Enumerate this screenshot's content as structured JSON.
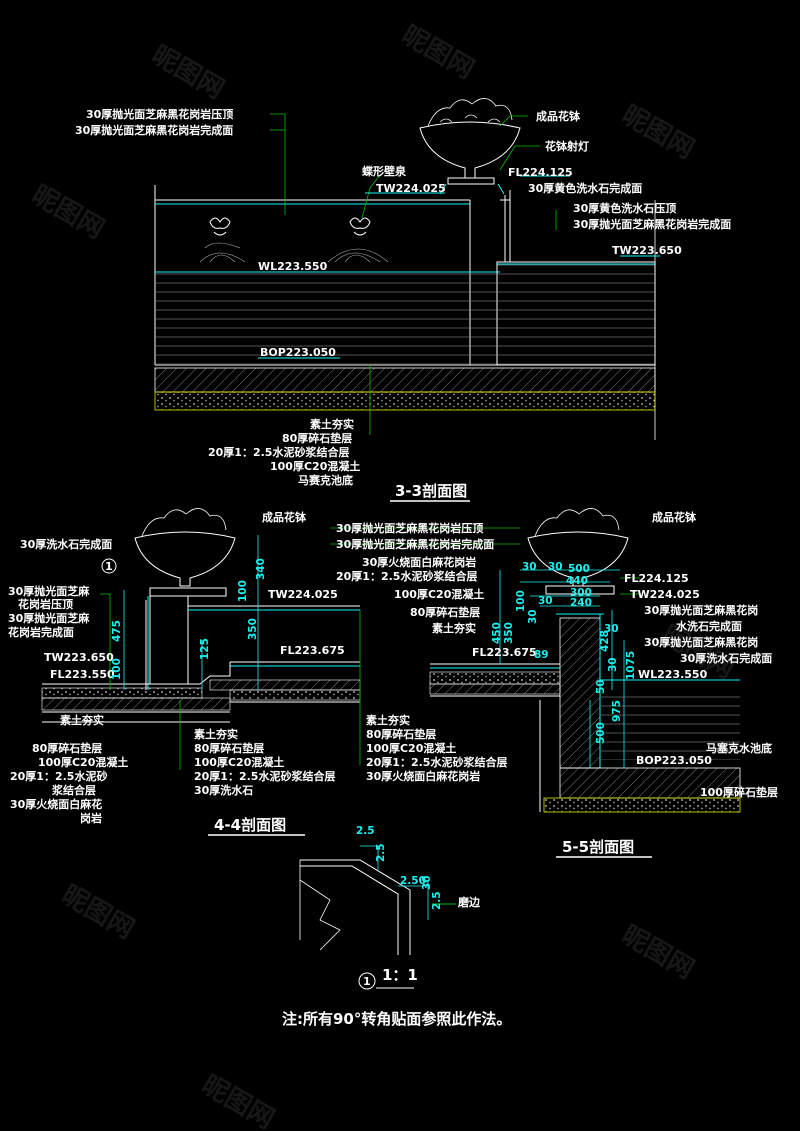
{
  "colors": {
    "background": "#000000",
    "text": "#ffffff",
    "dimension": "#19f0f0",
    "line": "#ffffff",
    "leader": "#00c000",
    "cyan_line": "#19f0f0",
    "yellow": "#e8e800"
  },
  "s33": {
    "labels": {
      "top1": "30厚抛光面芝麻黑花岗岩压顶",
      "top2": "30厚抛光面芝麻黑花岗岩完成面",
      "bowl": "成品花钵",
      "light": "花钵射灯",
      "butterfly": "蝶形壁泉",
      "tw": "TW224.025",
      "fl": "FL224.125",
      "yellow_fin": "30厚黄色洗水石完成面",
      "yellow_cap": "30厚黄色洗水石压顶",
      "granite_fin": "30厚抛光面芝麻黑花岗岩完成面",
      "tw2": "TW223.650",
      "wl": "WL223.550",
      "bop": "BOP223.050"
    },
    "layers": [
      "素土夯实",
      "80厚碎石垫层",
      "20厚1：2.5水泥砂浆结合层",
      "100厚C20混凝土",
      "马赛克池底"
    ],
    "title": "3-3剖面图"
  },
  "s44": {
    "labels": {
      "bowl": "成品花钵",
      "wash": "30厚洗水石完成面",
      "cap_a": "30厚抛光面芝麻",
      "cap_b": "花岗岩压顶",
      "fin_a": "30厚抛光面芝麻",
      "fin_b": "花岗岩完成面",
      "tw2": "TW223.650",
      "fl2": "FL223.550",
      "tw": "TW224.025",
      "fl": "FL223.675",
      "circle": "1"
    },
    "dims": [
      "340",
      "100",
      "350",
      "475",
      "125",
      "100"
    ],
    "layers_left": [
      "素土夯实",
      "80厚碎石垫层",
      "100厚C20混凝土",
      "20厚1：2.5水泥砂",
      "浆结合层",
      "30厚火烧面白麻花",
      "岗岩"
    ],
    "layers_mid": [
      "素土夯实",
      "80厚碎石垫层",
      "100厚C20混凝土",
      "20厚1：2.5水泥砂浆结合层",
      "30厚洗水石"
    ],
    "layers_right": [
      "素土夯实",
      "80厚碎石垫层",
      "100厚C20混凝土",
      "20厚1：2.5水泥砂浆结合层",
      "30厚火烧面白麻花岗岩"
    ],
    "title": "4-4剖面图"
  },
  "s55": {
    "labels": {
      "cap": "30厚抛光面芝麻黑花岗岩压顶",
      "fin": "30厚抛光面芝麻黑花岗岩完成面",
      "fire": "30厚火烧面白麻花岗岩",
      "mortar": "20厚1：2.5水泥砂浆结合层",
      "conc": "100厚C20混凝土",
      "gravel": "80厚碎石垫层",
      "soil": "素土夯实",
      "bowl": "成品花钵",
      "fl": "FL224.125",
      "tw": "TW224.025",
      "r1": "30厚抛光面芝麻黑花岗",
      "r2": "水洗石完成面",
      "r3": "30厚抛光面芝麻黑花岗",
      "r4": "30厚洗水石完成面",
      "fl2": "FL223.675",
      "wl": "WL223.550",
      "mosaic": "马塞克水池底",
      "bop": "BOP223.050",
      "gravel2": "100厚碎石垫层"
    },
    "dims": [
      "30",
      "30",
      "500",
      "440",
      "300",
      "240",
      "30",
      "30",
      "450",
      "350",
      "100",
      "30",
      "428",
      "30",
      "1075",
      "50",
      "975",
      "500",
      "89"
    ],
    "title": "5-5剖面图"
  },
  "d11": {
    "dims": [
      "2.5",
      "2.5",
      "2.50",
      "30",
      "2.5"
    ],
    "note": "磨边",
    "circle": "1",
    "scale": "1：1"
  },
  "note": "注:所有90°转角贴面参照此作法。"
}
